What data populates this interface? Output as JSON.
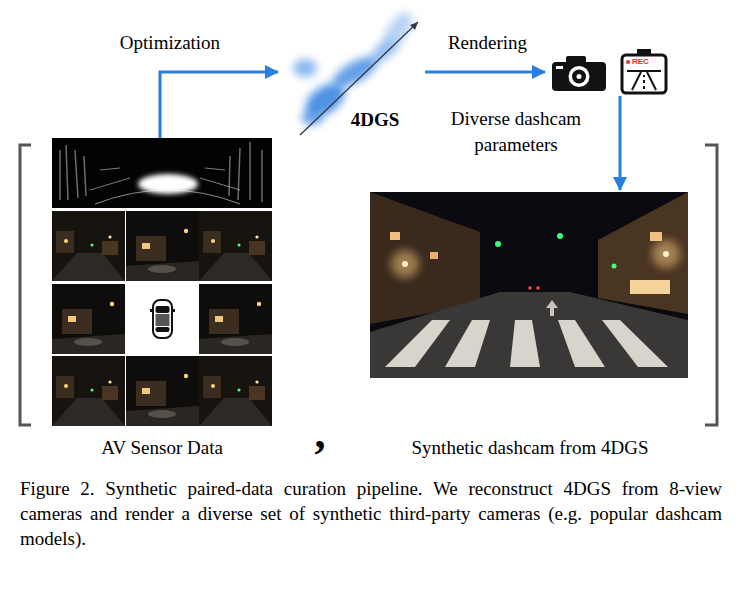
{
  "diagram": {
    "caption": "Figure 2. Synthetic paired-data curation pipeline. We reconstruct 4DGS from 8-view cameras and render a diverse set of synthetic third-party cameras (e.g. popular dashcam models).",
    "nodes": [
      {
        "text": [
          "AV Sensor Data"
        ]
      },
      {
        "text": [
          "4DGS"
        ]
      },
      {
        "text": [
          "REC"
        ]
      },
      {
        "text": [
          "Synthetic dashcam from 4DGS"
        ]
      }
    ],
    "edges": [
      {
        "from": 0,
        "to": 1,
        "arrow": "to",
        "label": "Optimization"
      },
      {
        "from": 1,
        "to": 2,
        "arrow": "to",
        "label": "Rendering"
      },
      {
        "from": 2,
        "to": 3,
        "arrow": "to",
        "label": "Diverse dashcam parameters"
      }
    ],
    "labels": [
      ","
    ]
  }
}
